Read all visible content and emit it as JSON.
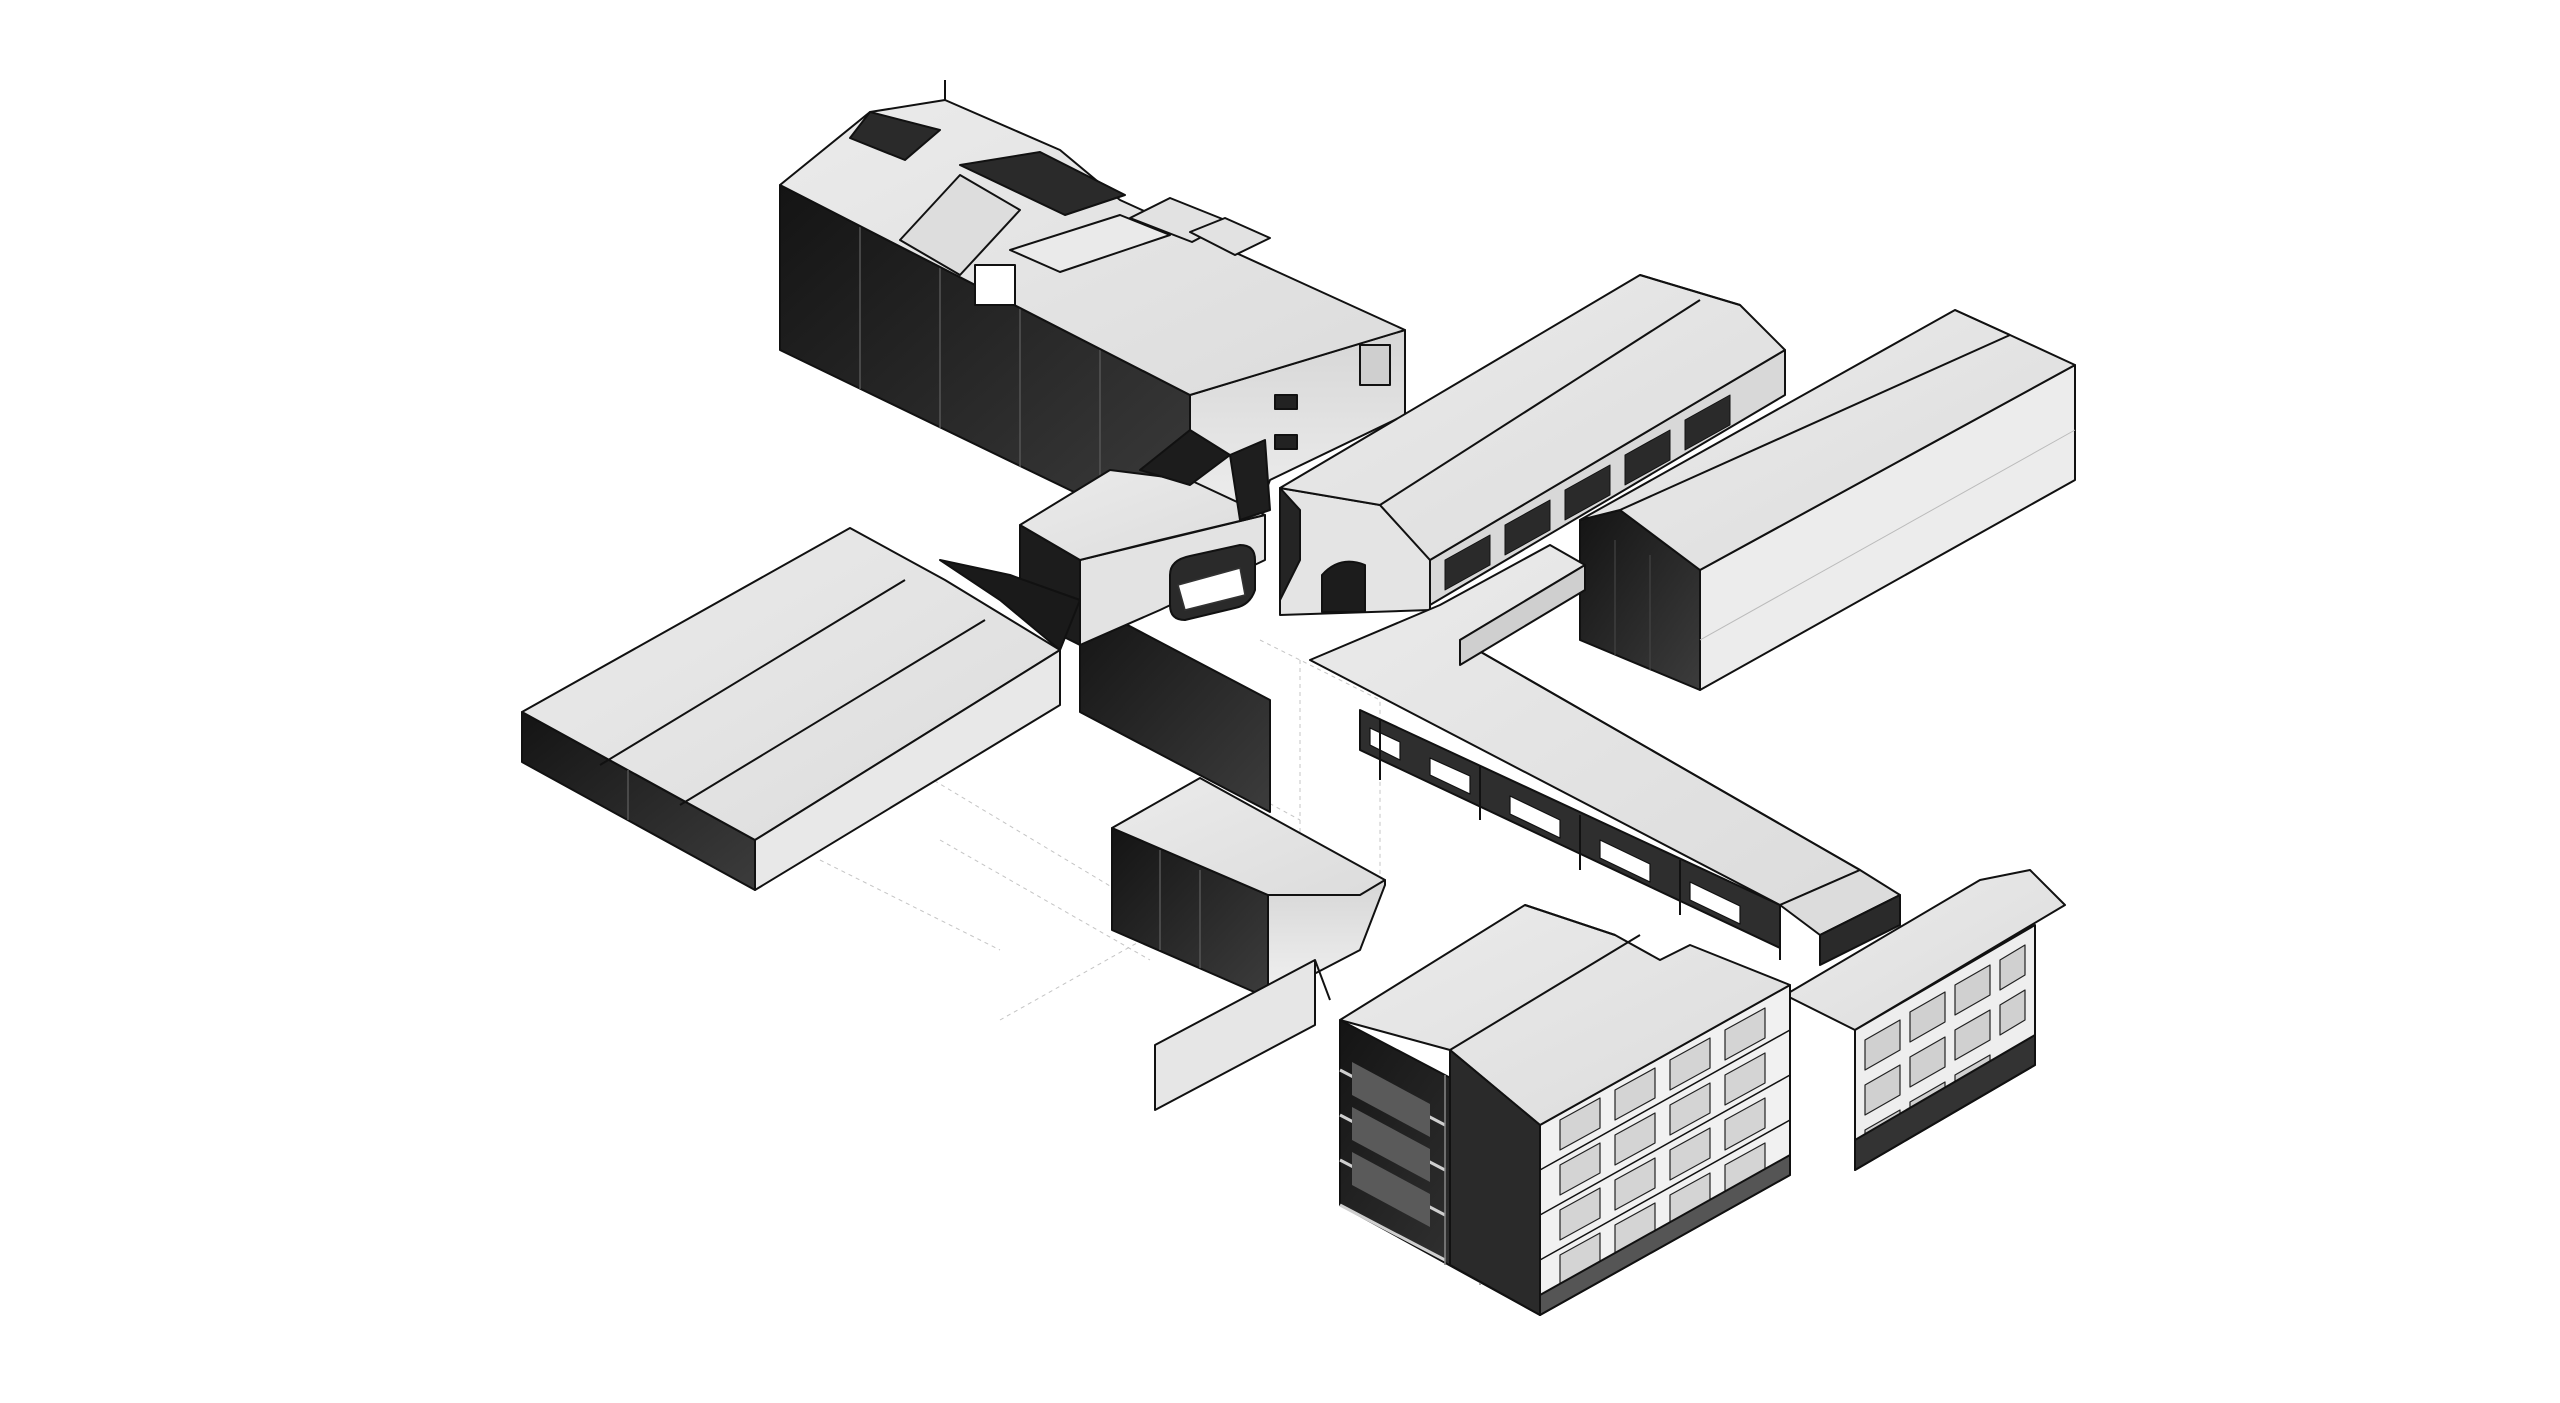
{
  "drawing": {
    "colors": {
      "background": "#ffffff",
      "roof": "#e6e6e6",
      "roof_light": "#ececec",
      "wall_shadow": "#1e1e1e",
      "wall_mid": "#3a3a3a",
      "wall_light": "#dcdcdc",
      "line": "#111111",
      "ghost_line": "#bdbdbd"
    },
    "buildings": [
      {
        "id": "tall-block-northwest"
      },
      {
        "id": "connector-block"
      },
      {
        "id": "hall-west"
      },
      {
        "id": "shed-south"
      },
      {
        "id": "hall-north-middle"
      },
      {
        "id": "hall-north-east"
      },
      {
        "id": "long-wing-center"
      },
      {
        "id": "apartment-block-southeast"
      }
    ]
  }
}
